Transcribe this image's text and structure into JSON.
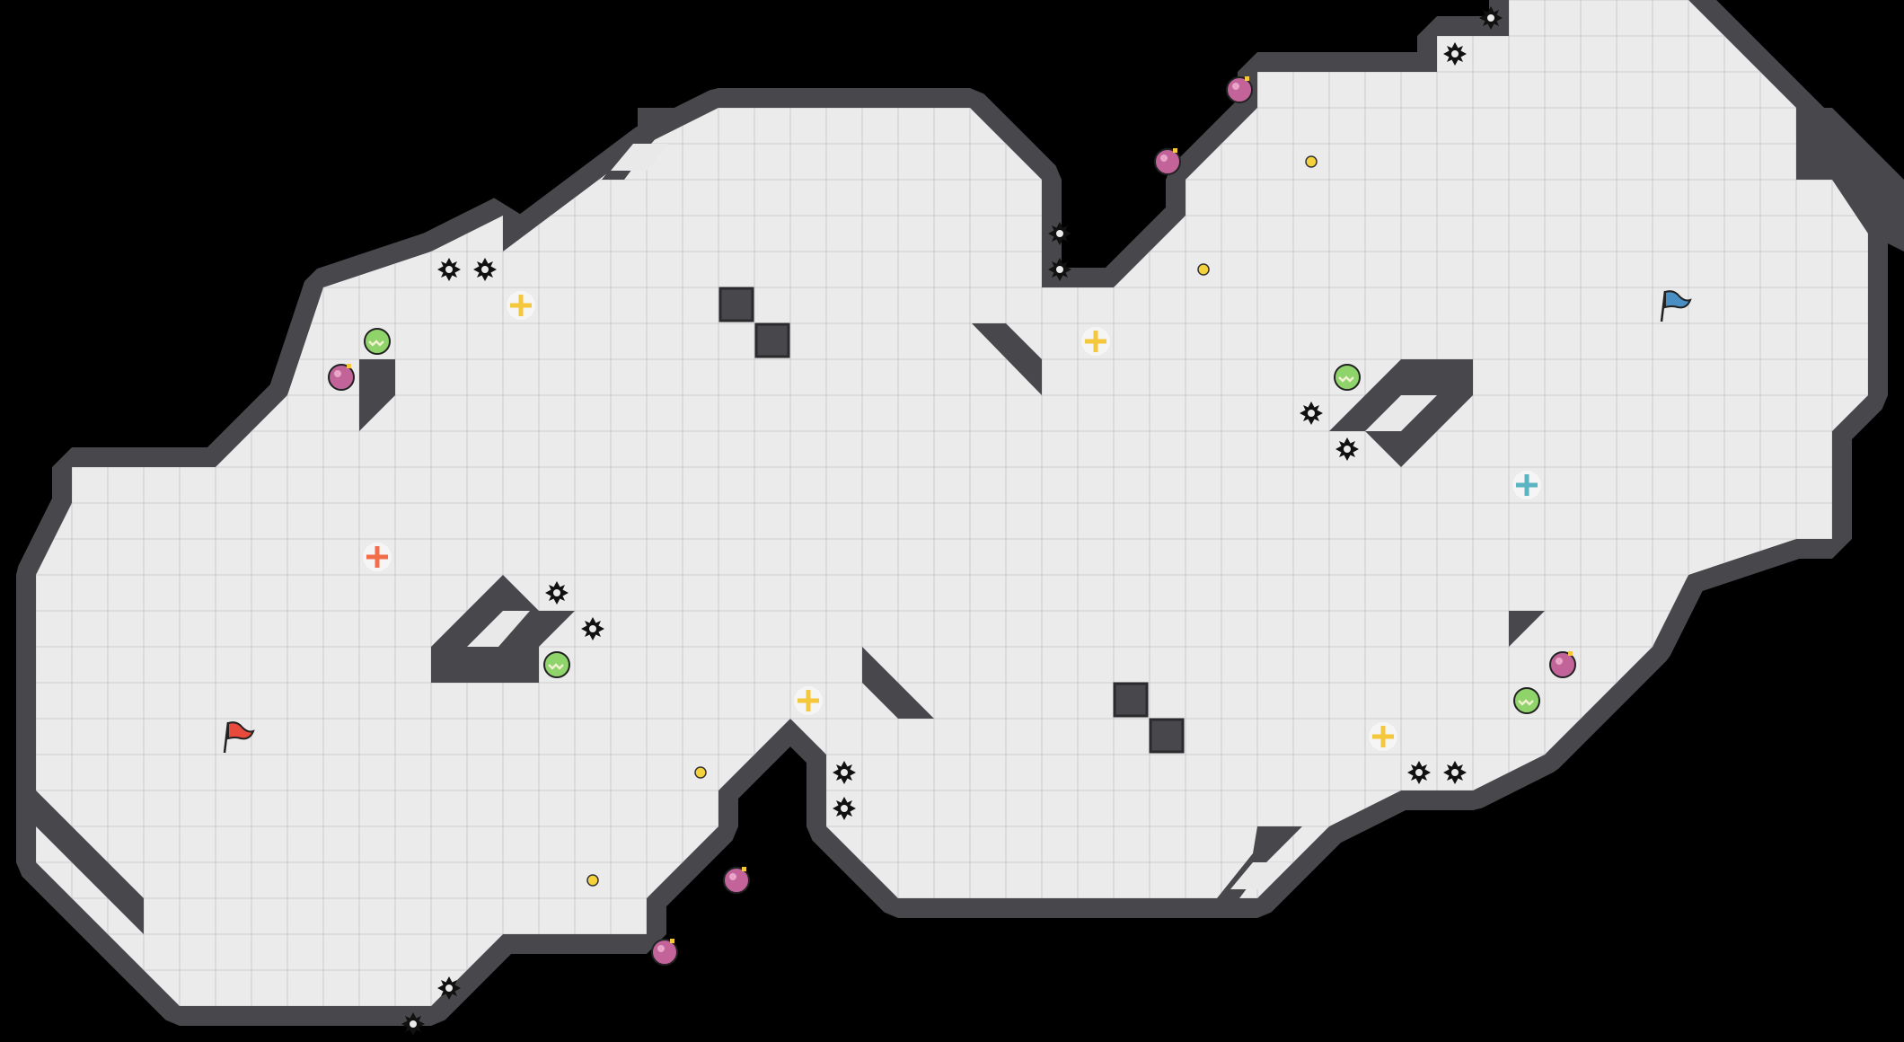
{
  "level": {
    "grid_cols": 53,
    "grid_rows": 29,
    "colors": {
      "background": "#000000",
      "floor": "#ebebeb",
      "grid_line": "#d2d2d4",
      "wall": "#48484c",
      "spike": "#111111",
      "red_flag": "#e84a3c",
      "blue_flag": "#4a8fc4",
      "bomb": "#c2649a",
      "boost": "#8fd46a",
      "powerup_yellow": "#f5c83c",
      "red_spawn_cross": "#f26e4a",
      "blue_spawn_cross": "#5ab4c4",
      "yellow_dot": "#f5d23c"
    },
    "flags": [
      {
        "team": "red",
        "icon": "red-flag-icon",
        "col": 6.5,
        "row": 20.5
      },
      {
        "team": "blue",
        "icon": "blue-flag-icon",
        "col": 46.5,
        "row": 8.5
      }
    ],
    "spikes": [
      [
        12.5,
        7.5
      ],
      [
        13.5,
        7.5
      ],
      [
        29.5,
        6.5
      ],
      [
        29.5,
        7.5
      ],
      [
        41.5,
        0.5
      ],
      [
        40.5,
        1.5
      ],
      [
        36.5,
        11.5
      ],
      [
        37.5,
        12.5
      ],
      [
        15.5,
        16.5
      ],
      [
        16.5,
        17.5
      ],
      [
        23.5,
        21.5
      ],
      [
        23.5,
        22.5
      ],
      [
        39.5,
        21.5
      ],
      [
        40.5,
        21.5
      ],
      [
        12.5,
        27.5
      ],
      [
        11.5,
        28.5
      ]
    ],
    "bombs": [
      [
        34.5,
        2.5
      ],
      [
        32.5,
        4.5
      ],
      [
        9.5,
        10.5
      ],
      [
        43.5,
        18.5
      ],
      [
        20.5,
        24.5
      ],
      [
        18.5,
        26.5
      ]
    ],
    "boosts": [
      [
        10.5,
        9.5
      ],
      [
        37.5,
        10.5
      ],
      [
        15.5,
        18.5
      ],
      [
        42.5,
        19.5
      ]
    ],
    "powerups": [
      [
        14.5,
        8.5
      ],
      [
        30.5,
        9.5
      ],
      [
        22.5,
        19.5
      ],
      [
        38.5,
        20.5
      ]
    ],
    "spawn_crosses": [
      {
        "team": "red",
        "col": 10.5,
        "row": 15.5
      },
      {
        "team": "blue",
        "col": 42.5,
        "row": 13.5
      }
    ],
    "dots": [
      [
        36.5,
        4.5
      ],
      [
        33.5,
        7.5
      ],
      [
        19.5,
        21.5
      ],
      [
        16.5,
        24.5
      ]
    ]
  }
}
